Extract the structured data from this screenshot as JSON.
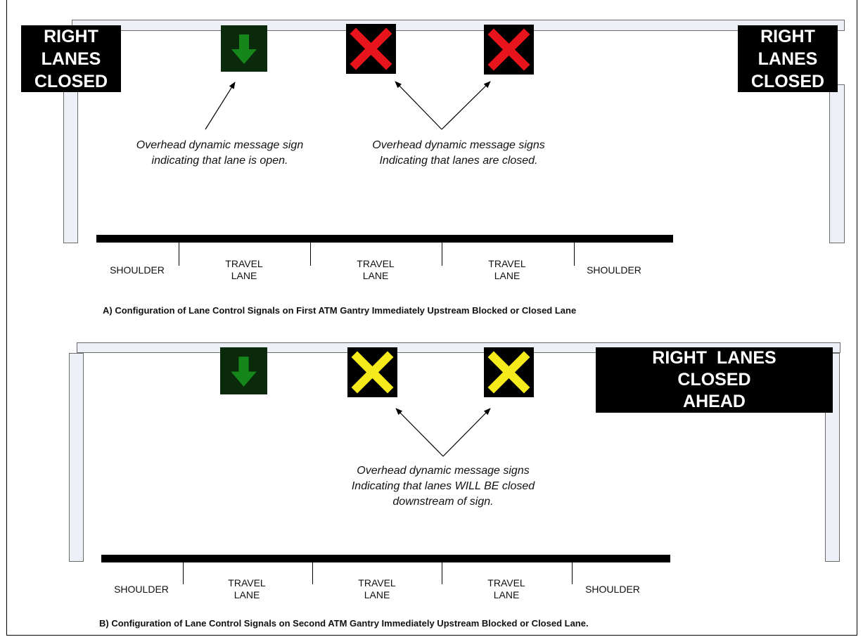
{
  "panel_a": {
    "left_sign": [
      "RIGHT",
      "LANES",
      "CLOSED"
    ],
    "right_sign": [
      "RIGHT",
      "LANES",
      "CLOSED"
    ],
    "signal_icons": [
      "green-down-arrow",
      "red-x",
      "red-x"
    ],
    "note_open": [
      "Overhead dynamic message sign",
      "indicating that lane is open."
    ],
    "note_closed": [
      "Overhead dynamic message signs",
      "Indicating that lanes are closed."
    ],
    "lanes": [
      {
        "line1": "SHOULDER",
        "line2": ""
      },
      {
        "line1": "TRAVEL",
        "line2": "LANE"
      },
      {
        "line1": "TRAVEL",
        "line2": "LANE"
      },
      {
        "line1": "TRAVEL",
        "line2": "LANE"
      },
      {
        "line1": "SHOULDER",
        "line2": ""
      }
    ],
    "caption": "A) Configuration of Lane Control Signals on First ATM Gantry Immediately Upstream Blocked or Closed Lane"
  },
  "panel_b": {
    "right_sign": [
      "RIGHT  LANES",
      "CLOSED",
      "AHEAD"
    ],
    "signal_icons": [
      "green-down-arrow",
      "yellow-x",
      "yellow-x"
    ],
    "note_closed": [
      "Overhead dynamic message signs",
      "Indicating that lanes WILL BE closed",
      "downstream of sign."
    ],
    "lanes": [
      {
        "line1": "SHOULDER",
        "line2": ""
      },
      {
        "line1": "TRAVEL",
        "line2": "LANE"
      },
      {
        "line1": "TRAVEL",
        "line2": "LANE"
      },
      {
        "line1": "TRAVEL",
        "line2": "LANE"
      },
      {
        "line1": "SHOULDER",
        "line2": ""
      }
    ],
    "caption": "B) Configuration of Lane Control Signals on Second ATM Gantry Immediately Upstream Blocked or Closed Lane."
  },
  "colors": {
    "arrow_green": "#15861a",
    "signal_green_bg": "#0b2a0b",
    "x_red": "#e8141b",
    "x_yellow": "#f5ea1c",
    "gantry_fill": "#edf1f7"
  }
}
